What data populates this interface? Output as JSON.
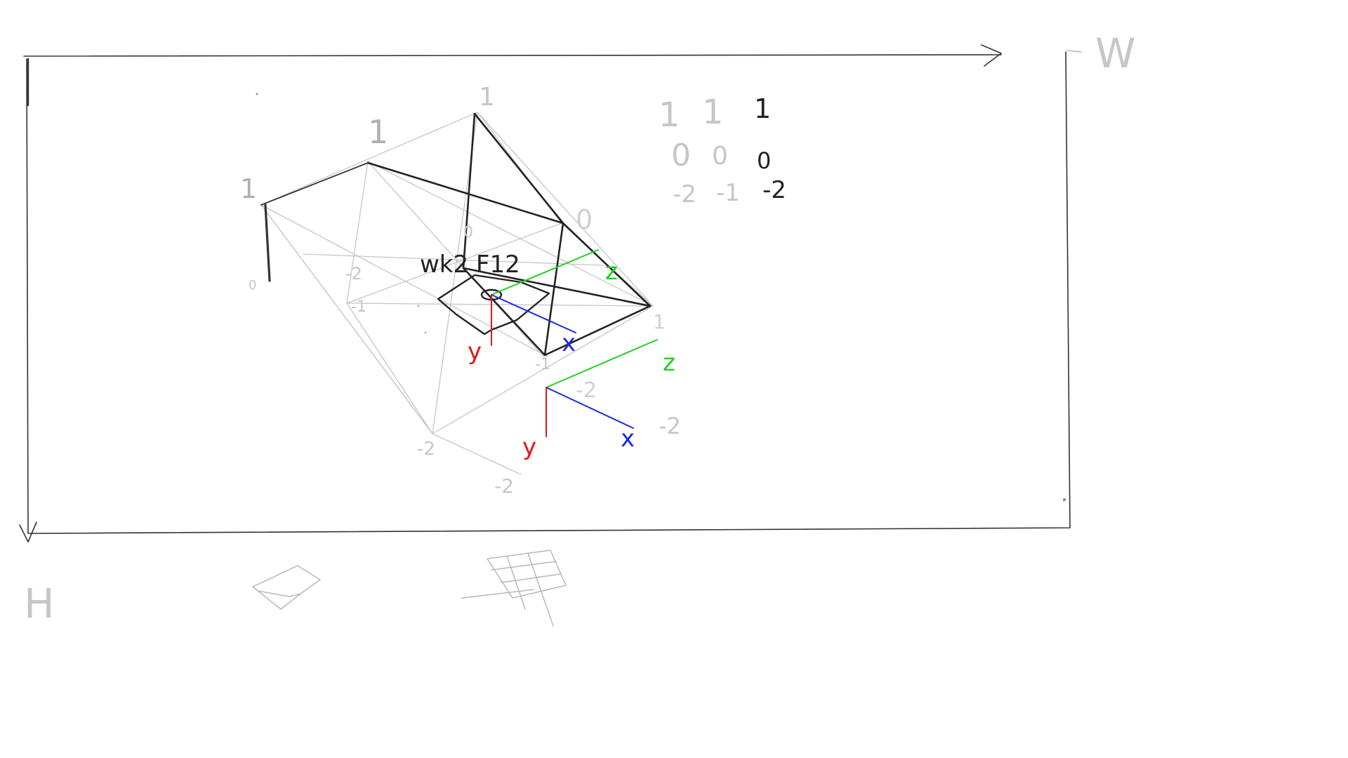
{
  "canvas": {
    "width_axis_label": "W",
    "height_axis_label": "H"
  },
  "numbers": {
    "top_apex": "1",
    "left_top_peak": "1",
    "left_corner": "1",
    "left_small_zero": "0",
    "center_zero": "0",
    "right_corner_zero": "0",
    "right_diag_one": "1",
    "inner_left_minus_two": "-2",
    "inner_right_minus_one": "-1",
    "bottom_minus_one": "-1",
    "bottom_minus_two": "-2",
    "lower_left_minus_two": "-2",
    "bottom_far_minus_two": "-2",
    "right_far_minus_two": "-2"
  },
  "legend": {
    "rows": [
      [
        "1",
        "1",
        "1"
      ],
      [
        "0",
        "0",
        "0"
      ],
      [
        "-2",
        "-1",
        "-2"
      ]
    ]
  },
  "annotation": "wk2 F12",
  "axes_labels": {
    "inner_z": "z",
    "inner_x": "x",
    "inner_y": "y",
    "outer_z": "z",
    "outer_x": "x",
    "outer_y": "y"
  },
  "colors": {
    "x_axis": "#1f2ad6",
    "y_axis": "#e01818",
    "z_axis": "#22d022",
    "ink": "#222222",
    "faint": "#b8b8b8"
  }
}
